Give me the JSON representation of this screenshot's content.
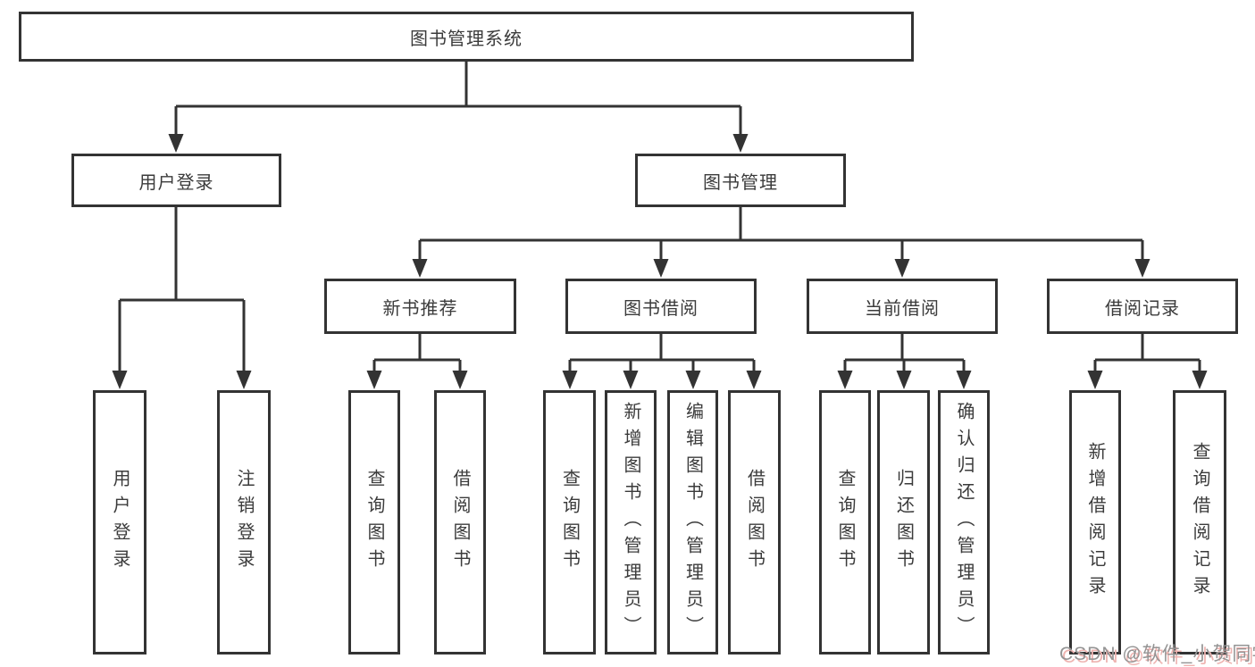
{
  "diagram": {
    "tree": {
      "root": {
        "label": "图书管理系统",
        "children": [
          {
            "label": "用户登录",
            "children": [
              {
                "label": "用户登录"
              },
              {
                "label": "注销登录"
              }
            ]
          },
          {
            "label": "图书管理",
            "children": [
              {
                "label": "新书推荐",
                "children": [
                  {
                    "label": "查询图书"
                  },
                  {
                    "label": "借阅图书"
                  }
                ]
              },
              {
                "label": "图书借阅",
                "children": [
                  {
                    "label": "查询图书"
                  },
                  {
                    "label": "新增图书（管理员）"
                  },
                  {
                    "label": "编辑图书（管理员）"
                  },
                  {
                    "label": "借阅图书"
                  }
                ]
              },
              {
                "label": "当前借阅",
                "children": [
                  {
                    "label": "查询图书"
                  },
                  {
                    "label": "归还图书"
                  },
                  {
                    "label": "确认归还（管理员）"
                  }
                ]
              },
              {
                "label": "借阅记录",
                "children": [
                  {
                    "label": "新增借阅记录"
                  },
                  {
                    "label": "查询借阅记录"
                  }
                ]
              }
            ]
          }
        ]
      }
    },
    "watermark": "CSDN @软件_小贺同学",
    "colors": {
      "line": "#333333",
      "box_border": "#333333",
      "box_fill": "#ffffff",
      "text": "#3b3b3b",
      "watermark_text": "#949494",
      "watermark_shadow": "#eeb3b0"
    }
  }
}
